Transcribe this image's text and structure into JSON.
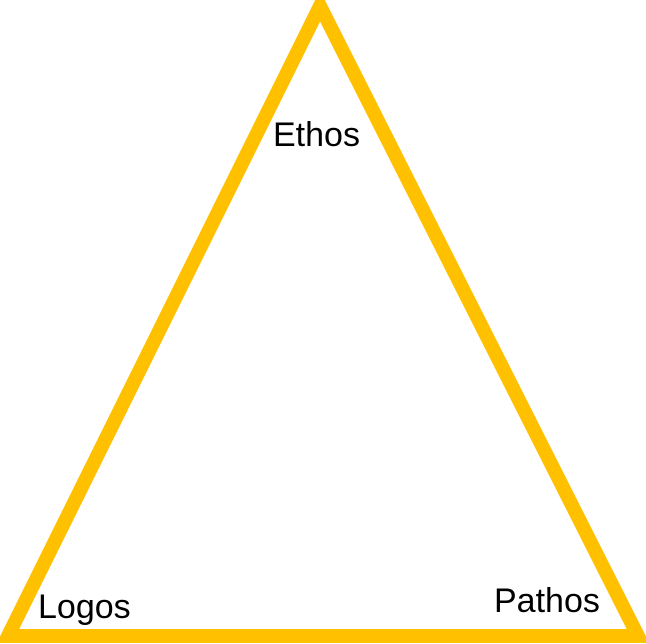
{
  "diagram": {
    "stroke_color": "#FFC000",
    "background_color": "#FFFFFF",
    "text_color": "#000000",
    "labels": {
      "top": "Ethos",
      "bottom_left": "Logos",
      "bottom_right": "Pathos"
    }
  }
}
